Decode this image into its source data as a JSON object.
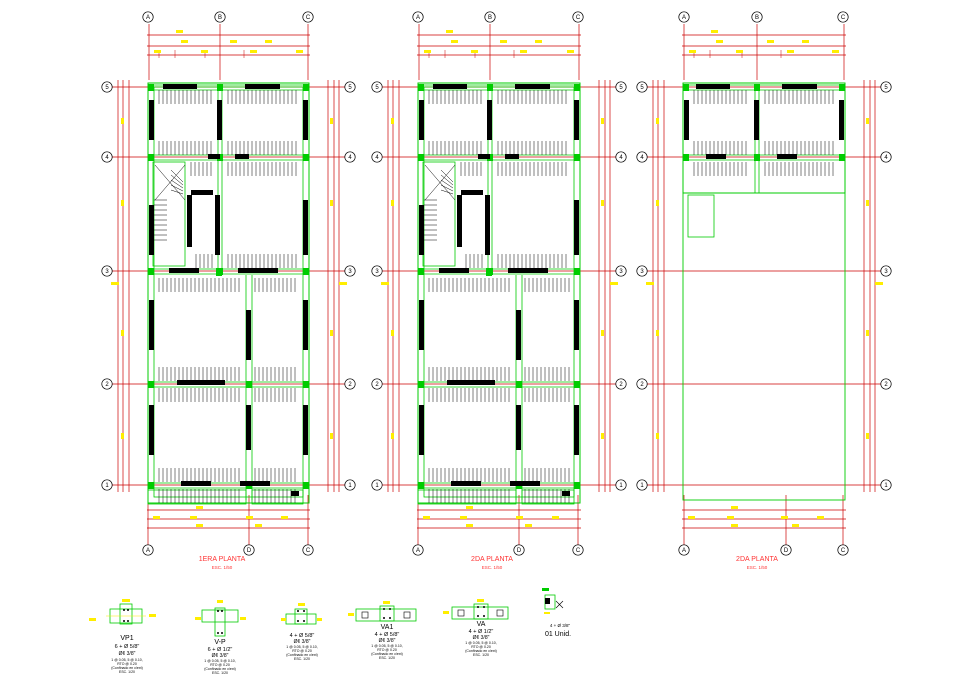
{
  "drawing": {
    "type": "structural-floor-plans",
    "colors": {
      "background": "#ffffff",
      "grid": "#cc0000",
      "structure": "#00cc00",
      "members": "#000000",
      "labels": "#ffee00",
      "titles": "#ff3333"
    },
    "axes": {
      "letters_top": [
        "A",
        "B",
        "C"
      ],
      "letters_bottom": [
        "A",
        "D",
        "C"
      ],
      "numbers": [
        "5",
        "4",
        "3",
        "2",
        "1"
      ]
    },
    "plans": [
      {
        "title": "1ERA PLANTA",
        "scale": "ESC. 1/50"
      },
      {
        "title": "2DA PLANTA",
        "scale": "ESC. 1/50"
      },
      {
        "title": "2DA PLANTA",
        "scale": "ESC. 1/50"
      }
    ],
    "sections": [
      {
        "name": "VP1",
        "lines": [
          "6 + Ø 5/8\"",
          "Ø¢ 3/8\"",
          "1 @ 0.05, 5 @ 0.10,",
          "RTO @ 0.20",
          "(Confinado en c/ext)",
          "ESC. 1/20"
        ]
      },
      {
        "name": "V-P",
        "lines": [
          "6 + Ø 1/2\"",
          "Ø¢ 3/8\"",
          "1 @ 0.05, 5 @ 0.10,",
          "RTO @ 0.20",
          "(Confinado en c/ext)",
          "ESC. 1/20"
        ]
      },
      {
        "name": "",
        "lines": [
          "4 + Ø 5/8\"",
          "Ø¢ 3/8\"",
          "1 @ 0.05, 5 @ 0.10,",
          "RTO @ 0.20",
          "(Confinado en c/ext)",
          "ESC. 1/20"
        ]
      },
      {
        "name": "VA1",
        "lines": [
          "4 + Ø 5/8\"",
          "Ø¢ 3/8\"",
          "1 @ 0.05, 5 @ 0.10,",
          "RTO @ 0.20",
          "(Confinado en c/ext)",
          "ESC. 1/20"
        ]
      },
      {
        "name": "VA",
        "lines": [
          "4 + Ø 1/2\"",
          "Ø¢ 3/8\"",
          "1 @ 0.05, 5 @ 0.10,",
          "RTO @ 0.20",
          "(Confinado en c/ext)",
          "ESC. 1/20"
        ]
      }
    ],
    "column_detail": {
      "bars": "4 + Ø 3/8\"",
      "count": "01 Unid."
    }
  }
}
